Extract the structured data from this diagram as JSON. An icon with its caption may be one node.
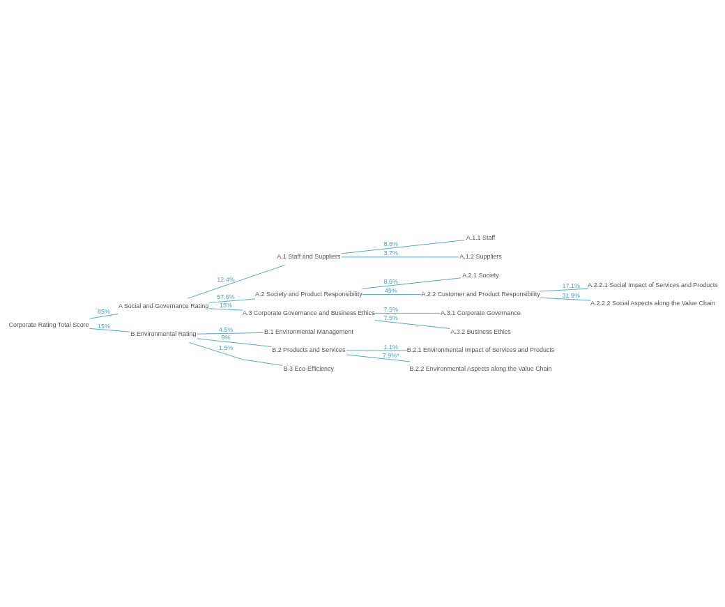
{
  "diagram": {
    "nodes": [
      {
        "text": [
          "Corporate Rating Total Score"
        ]
      },
      {
        "text": [
          "A Social and Governance Rating"
        ]
      },
      {
        "text": [
          "A.1 Staff and Suppliers"
        ]
      },
      {
        "text": [
          "A.1.1 Staff"
        ]
      },
      {
        "text": [
          "A.1.2 Suppliers"
        ]
      },
      {
        "text": [
          "A.2 Society and Product Responsibility"
        ]
      },
      {
        "text": [
          "A.2.1 Society"
        ]
      },
      {
        "text": [
          "A.2.2 Customer and Product Responsibility"
        ]
      },
      {
        "text": [
          "A.2.2.1 Social Impact of Services and Products"
        ]
      },
      {
        "text": [
          "A.2.2.2 Social Aspects along the Value Chain"
        ]
      },
      {
        "text": [
          "A.3 Corporate Governance and Business Ethics"
        ]
      },
      {
        "text": [
          "A.3.1 Corporate Governance"
        ]
      },
      {
        "text": [
          "A.3.2 Business Ethics"
        ]
      },
      {
        "text": [
          "B Environmental Rating"
        ]
      },
      {
        "text": [
          "B.1 Environmental Management"
        ]
      },
      {
        "text": [
          "B.2 Products and Services"
        ]
      },
      {
        "text": [
          "B.2.1 Environmental Impact of Services and Products"
        ]
      },
      {
        "text": [
          "B.2.2 Environmental Aspects along the Value Chain"
        ]
      },
      {
        "text": [
          "B.3 Eco-Efficiency"
        ]
      }
    ],
    "edges": [
      {
        "from": 0,
        "to": 1,
        "arrow": "none",
        "label": "85%"
      },
      {
        "from": 1,
        "to": 2,
        "arrow": "none",
        "label": "12.4%"
      },
      {
        "from": 2,
        "to": 3,
        "arrow": "none",
        "label": "8.6%"
      },
      {
        "from": 2,
        "to": 4,
        "arrow": "none",
        "label": "3.7%"
      },
      {
        "from": 1,
        "to": 5,
        "arrow": "none",
        "label": "57.6%"
      },
      {
        "from": 5,
        "to": 6,
        "arrow": "none",
        "label": "8.6%"
      },
      {
        "from": 5,
        "to": 7,
        "arrow": "none",
        "label": "49%"
      },
      {
        "from": 7,
        "to": 8,
        "arrow": "none",
        "label": "17.1%"
      },
      {
        "from": 7,
        "to": 9,
        "arrow": "none",
        "label": "31.9%"
      },
      {
        "from": 1,
        "to": 10,
        "arrow": "none",
        "label": "15%"
      },
      {
        "from": 10,
        "to": 11,
        "arrow": "none",
        "label": "7.5%"
      },
      {
        "from": 10,
        "to": 12,
        "arrow": "none",
        "label": "7.5%"
      },
      {
        "from": 0,
        "to": 13,
        "arrow": "none",
        "label": "15%"
      },
      {
        "from": 13,
        "to": 14,
        "arrow": "none",
        "label": "4.5%"
      },
      {
        "from": 13,
        "to": 15,
        "arrow": "none",
        "label": "9%"
      },
      {
        "from": 15,
        "to": 16,
        "arrow": "none",
        "label": "1.1%"
      },
      {
        "from": 15,
        "to": 17,
        "arrow": "none",
        "label": "7.9%*"
      },
      {
        "from": 13,
        "to": 18,
        "arrow": "none",
        "label": "1.5%"
      }
    ]
  }
}
